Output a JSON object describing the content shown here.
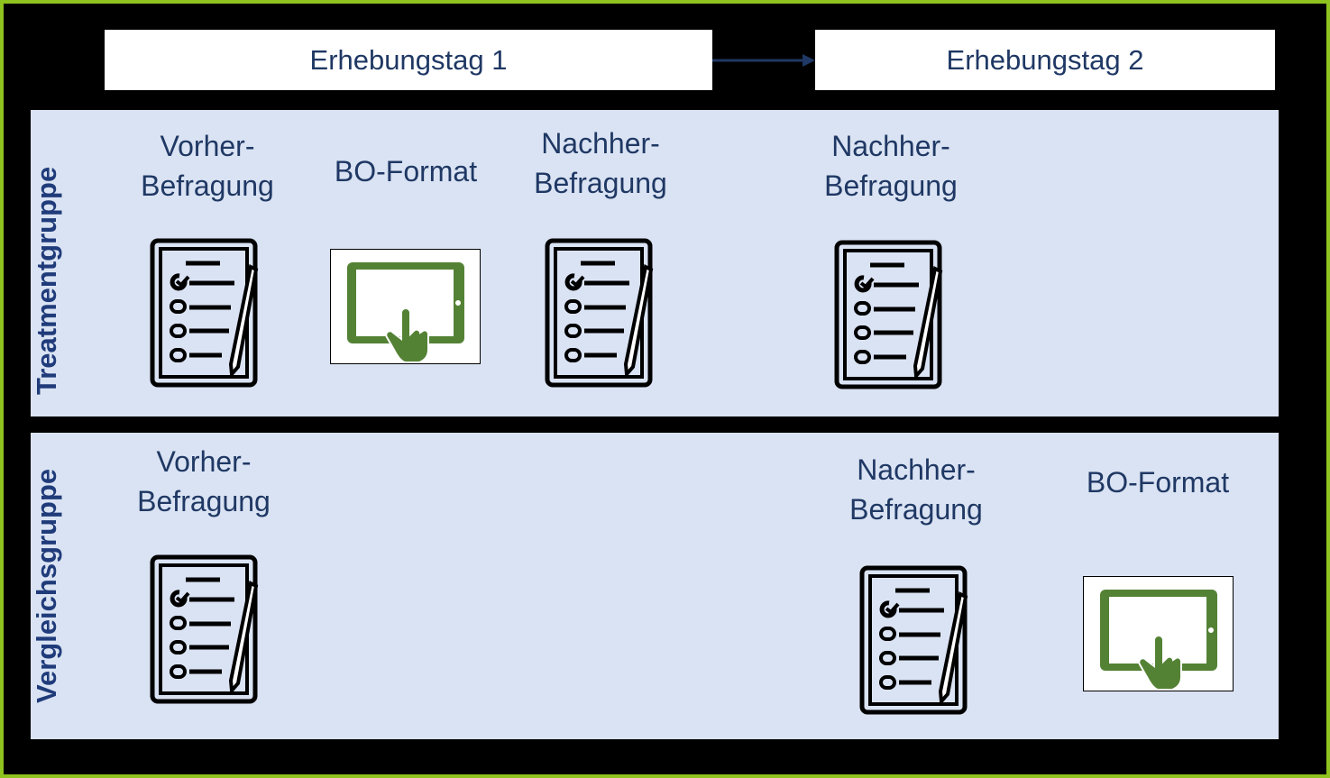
{
  "header": {
    "day1": "Erhebungstag 1",
    "day2": "Erhebungstag 2"
  },
  "treatment": {
    "label": "Treatmentgruppe",
    "steps": [
      "Vorher-\nBefragung",
      "BO-Format",
      "Nachher-\nBefragung",
      "Nachher-\nBefragung"
    ]
  },
  "comparison": {
    "label": "Vergleichsgruppe",
    "steps": [
      "Vorher-\nBefragung",
      "Nachher-\nBefragung",
      "BO-Format"
    ]
  },
  "colors": {
    "border": "#8fc31f",
    "panel": "#dae3f3",
    "text": "#1f3864",
    "tablet": "#548235"
  }
}
